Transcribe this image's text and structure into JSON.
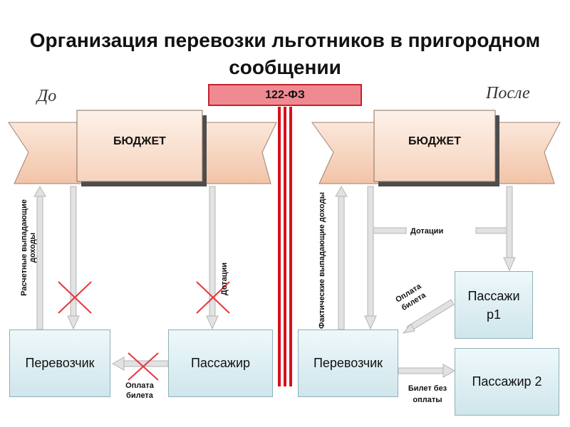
{
  "title": "Организация перевозки льготников в пригородном сообщении",
  "law": "122-ФЗ",
  "before": {
    "era_label": "До",
    "budget": "БЮДЖЕТ",
    "carrier": "Перевозчик",
    "passenger": "Пассажир",
    "label_calc_income": "Расчетные выпадающие доходы",
    "label_subsidies": "Дотации",
    "label_ticket_payment": "Оплата билета"
  },
  "after": {
    "era_label": "После",
    "budget": "БЮДЖЕТ",
    "carrier": "Перевозчик",
    "passenger1": "Пассажир1",
    "passenger2": "Пассажир 2",
    "label_actual_income": "Фактические выпадающие доходы",
    "label_subsidies": "Дотации",
    "label_ticket_payment": "Оплата билета",
    "label_free_ticket": "Билет без оплаты"
  },
  "colors": {
    "banner_fill": "#f7d3bd",
    "box_fill": "#dcedf2",
    "divider": "#d7101c",
    "arrow": "#b4b4b4",
    "cross": "#e8353d"
  }
}
